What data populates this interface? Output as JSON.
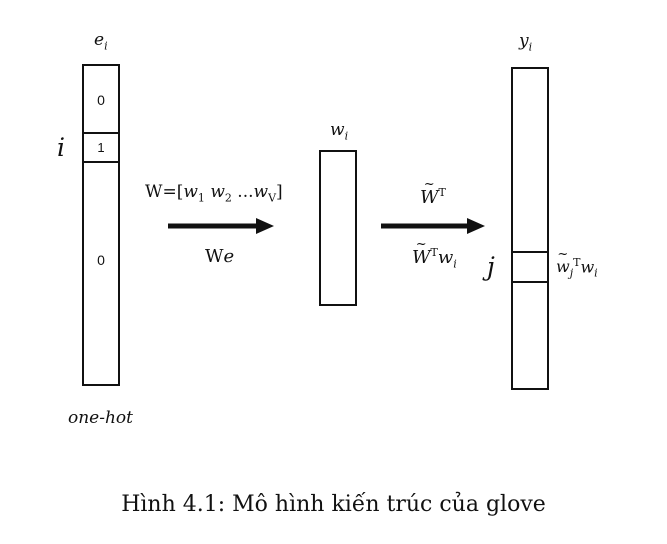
{
  "onehot": {
    "label_var": "e",
    "label_sub": "i",
    "row_index_label": "i",
    "top_value": "0",
    "selected_value": "1",
    "bottom_value": "0",
    "caption": "one-hot"
  },
  "embedding_matrix": {
    "prefix": "W=[",
    "w": "w",
    "s1": "1",
    "s2": "2",
    "ellipsis": "...",
    "sV": "V",
    "suffix": "]",
    "name_W": "W",
    "name_e": "e"
  },
  "embedding_vector": {
    "var": "w",
    "sub": "i"
  },
  "context_transform": {
    "W": "W",
    "tilde": "~",
    "T": "T",
    "w": "w",
    "sub_i": "i"
  },
  "output": {
    "var": "y",
    "sub": "i",
    "row_index_label": "j",
    "cell_w": "w",
    "cell_sub_j": "j",
    "cell_T": "T",
    "cell_w2": "w",
    "cell_sub_i": "i"
  },
  "caption": "Hình 4.1: Mô hình kiến trúc của glove"
}
